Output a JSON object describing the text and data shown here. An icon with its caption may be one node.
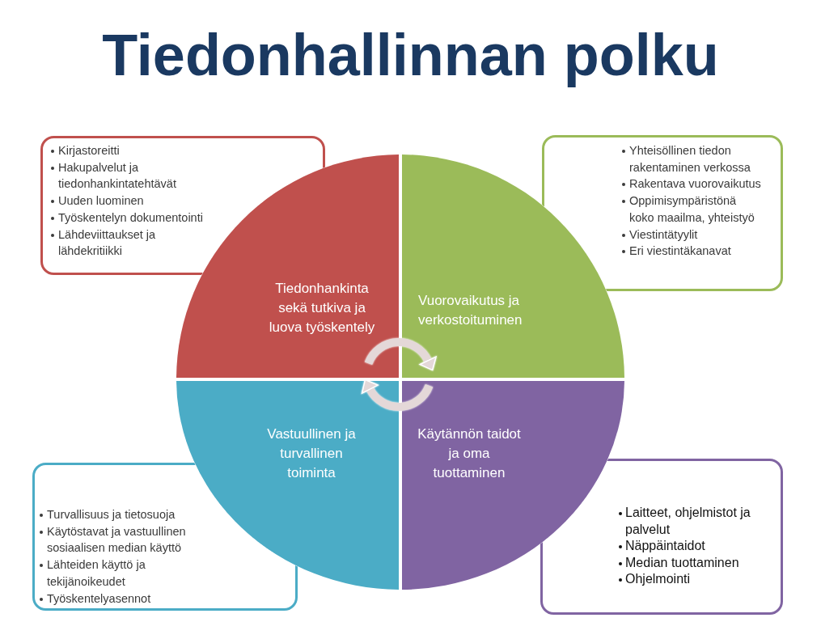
{
  "diagram": {
    "title": "Tiedonhallinnan polku",
    "nodes": [
      {
        "text": [
          "Kirjastoreitti",
          "Hakupalvelut ja tiedonhankintatehtävät",
          "Uuden luominen",
          "Työskentelyn dokumentointi",
          "Lähdeviittaukset ja lähdekritiikki"
        ]
      },
      {
        "text": [
          "Yhteisöllinen tiedon rakentaminen verkossa",
          "Rakentava vuorovaikutus",
          "Oppimisympäristönä koko maailma, yhteistyö",
          "Viestintätyylit",
          "Eri viestintäkanavat"
        ]
      },
      {
        "text": [
          "Tiedonhankinta sekä tutkiva ja luova työskentely"
        ]
      },
      {
        "text": [
          "Vuorovaikutus ja verkostoituminen"
        ]
      },
      {
        "text": [
          "Vastuullinen ja turvallinen toiminta"
        ]
      },
      {
        "text": [
          "Käytännön taidot ja oma tuottaminen"
        ]
      },
      {
        "text": [
          "Turvallisuus ja tietosuoja",
          "Käytöstavat ja vastuullinen sosiaalisen median käyttö",
          "Lähteiden käyttö ja tekijänoikeudet",
          "Työskentelyasennot"
        ]
      },
      {
        "text": [
          "Laitteet, ohjelmistot ja palvelut",
          "Näppäintaidot",
          "Median tuottaminen",
          "Ohjelmointi"
        ]
      }
    ],
    "edges": [
      {
        "from": 2,
        "to": 3,
        "arrow": "to"
      },
      {
        "from": 5,
        "to": 4,
        "arrow": "to"
      }
    ]
  }
}
